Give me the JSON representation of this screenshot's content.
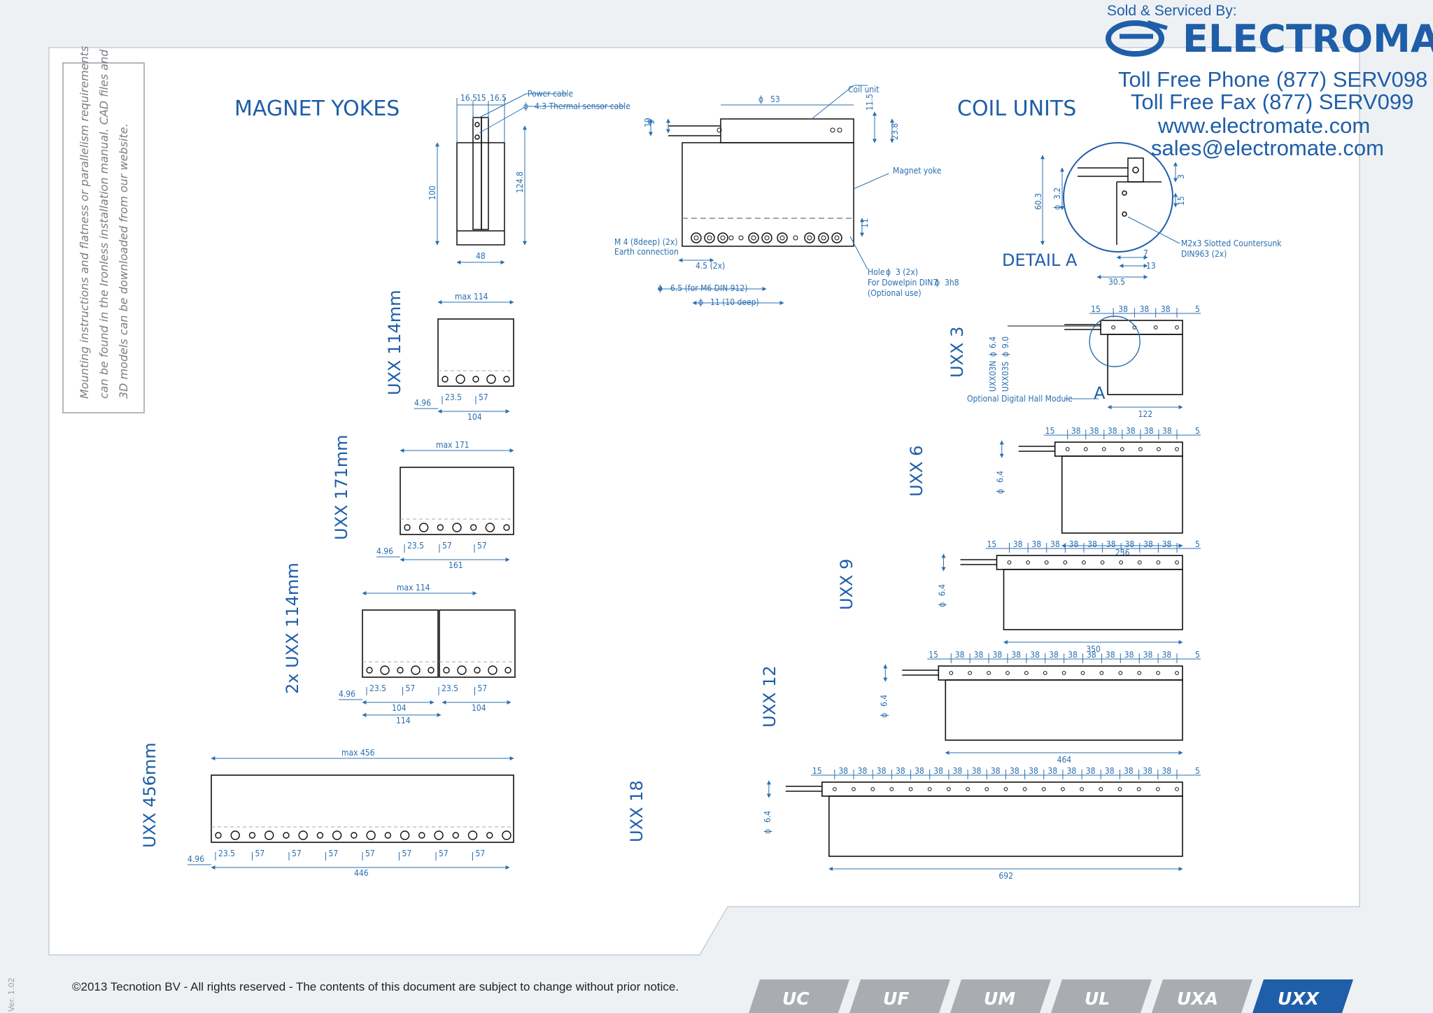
{
  "header": {
    "sold_by": "Sold & Serviced By:",
    "brand": "ELECTROMATE",
    "phone": "Toll Free Phone  (877) SERV098",
    "fax": "Toll Free Fax  (877) SERV099",
    "web": "www.electromate.com",
    "email": "sales@electromate.com"
  },
  "side_note": {
    "lines": [
      "Mounting instructions and flatness or parallelism requirements",
      "can be found in the Ironless installation manual. CAD files and",
      "3D models can be downloaded from our website."
    ]
  },
  "sections": {
    "magnet_yokes": "MAGNET YOKES",
    "coil_units": "COIL UNITS",
    "detail_a": "DETAIL A"
  },
  "yoke_section": {
    "top_dims": [
      "16.5",
      "15",
      "16.5"
    ],
    "power_cable": "Power cable",
    "thermal_cable": "4.3  Thermal sensor cable",
    "height_100": "100",
    "height_124": "124.8",
    "width_48": "48"
  },
  "coil_section": {
    "phi53": "53",
    "coil_unit": "Coil unit",
    "d11_5": "11.5",
    "d9": "9",
    "d19": "19",
    "d23_8": "23.8",
    "magnet_yoke": "Magnet yoke",
    "d11": "11",
    "m4": "M 4  (8deep) (2x)",
    "earth": "Earth connection",
    "d4_5": "4.5  (2x)",
    "d6_5": "6.5  (for M6 DIN 912)",
    "d11_deep": "11  (10 deep)",
    "hole": "Hole",
    "hole2": "3 (2x)",
    "dowel": "For Dowelpin DIN7",
    "dowel2": "3h8",
    "optional": "(Optional use)"
  },
  "detail": {
    "d60_3": "60.3",
    "d3_2": "3.2",
    "d3": "3",
    "d15": "15",
    "d7": "7",
    "d13": "13",
    "d30_5": "30.5",
    "screw1": "M2x3 Slotted Countersunk",
    "screw2": "DIN963 (2x)",
    "a_mark": "A"
  },
  "yokes": [
    {
      "label": "UXX 114mm",
      "max": "max  114",
      "pitch": [
        "23.5",
        "57"
      ],
      "bottom": "104",
      "offset": "4.96"
    },
    {
      "label": "UXX 171mm",
      "max": "max  171",
      "pitch": [
        "23.5",
        "57",
        "57"
      ],
      "bottom": "161",
      "offset": "4.96"
    },
    {
      "label": "2x UXX 114mm",
      "max": "max  114",
      "pitch": [
        "23.5",
        "57",
        "23.5",
        "57"
      ],
      "bottom": "104",
      "bottom2": "104",
      "total": "114",
      "offset": "4.96"
    },
    {
      "label": "UXX 456mm",
      "max": "max  456",
      "pitch": [
        "23.5",
        "57",
        "57",
        "57",
        "57",
        "57",
        "57",
        "57"
      ],
      "bottom": "446",
      "offset": "4.96"
    }
  ],
  "coils": [
    {
      "label": "UXX 3",
      "length": "122",
      "pitch_first": "15",
      "pitch": "38",
      "pitch_last": "5",
      "segments": 3,
      "hall1": "UXX03N",
      "hall1v": "6.4",
      "hall2": "UXX03S",
      "hall2v": "9.0",
      "hall_module": "Optional Digital Hall Module"
    },
    {
      "label": "UXX 6",
      "length": "236",
      "pitch_first": "15",
      "pitch": "38",
      "pitch_last": "5",
      "segments": 6,
      "diam": "6.4"
    },
    {
      "label": "UXX 9",
      "length": "350",
      "pitch_first": "15",
      "pitch": "38",
      "pitch_last": "5",
      "segments": 9,
      "diam": "6.4"
    },
    {
      "label": "UXX 12",
      "length": "464",
      "pitch_first": "15",
      "pitch": "38",
      "pitch_last": "5",
      "segments": 12,
      "diam": "6.4"
    },
    {
      "label": "UXX 18",
      "length": "692",
      "pitch_first": "15",
      "pitch": "38",
      "pitch_last": "5",
      "segments": 18,
      "diam": "6.4"
    }
  ],
  "footer": {
    "copyright": "©2013 Tecnotion BV - All rights reserved - The contents of this document are subject to change without prior notice.",
    "version": "Ver. 1.02",
    "tabs": [
      "UC",
      "UF",
      "UM",
      "UL",
      "UXA",
      "UXX"
    ],
    "active_tab": "UXX"
  },
  "colors": {
    "accent": "#1f5ea8",
    "dimension": "#2a6fb0",
    "tab_inactive": "#a9adb2",
    "tab_active": "#1f5ea8"
  }
}
